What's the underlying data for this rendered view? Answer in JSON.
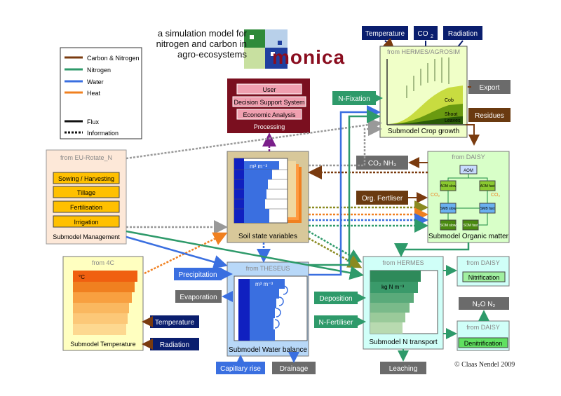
{
  "header": {
    "title": "a simulation model for nitrogen and carbon in agro-ecosystems",
    "brand": "monica"
  },
  "legend": {
    "items": [
      {
        "label": "Carbon & Nitrogen",
        "color": "#7a3b0f"
      },
      {
        "label": "Nitrogen",
        "color": "#2e9a6a"
      },
      {
        "label": "Water",
        "color": "#3a6fe0"
      },
      {
        "label": "Heat",
        "color": "#f08020"
      },
      {
        "label": "Flux",
        "style": "solid"
      },
      {
        "label": "Information",
        "style": "dotted"
      }
    ]
  },
  "inputs": {
    "temperature": "Temperature",
    "co2": "CO",
    "co2_sub": "2",
    "radiation": "Radiation"
  },
  "crop": {
    "source": "from HERMES/AGROSIM",
    "title": "Submodel Crop growth",
    "labels": [
      "Cob",
      "Shoot",
      "Leaves"
    ]
  },
  "processing": {
    "items": [
      "User",
      "Decision Support System",
      "Economic Analysis"
    ],
    "title": "Processing"
  },
  "flows": {
    "n_fixation": "N-Fixation",
    "export": "Export",
    "residues": "Residues",
    "gas": "CO₂  NH₃",
    "org_fertiliser": "Org. Fertliser",
    "precipitation": "Precipitation",
    "evaporation": "Evaporation",
    "capillary_rise": "Capillary rise",
    "drainage": "Drainage",
    "deposition": "Deposition",
    "n_fertiliser": "N-Fertiliser",
    "leaching": "Leaching",
    "n_gases": "N₂O     N₂"
  },
  "management": {
    "source": "from EU-Rotate_N",
    "items": [
      "Sowing / Harvesting",
      "Tillage",
      "Fertilisation",
      "Irrigation"
    ],
    "title": "Submodel Management"
  },
  "soil_state": {
    "unit": "m³ m⁻³",
    "title": "Soil state variables"
  },
  "organic": {
    "source": "from DAISY",
    "title": "Submodel Organic matter",
    "pools": [
      "AOM",
      "AOM slow",
      "AOM fast",
      "SMB slow",
      "SMB fast",
      "SOM slow",
      "SOM fast"
    ],
    "co2": "CO₂"
  },
  "temperature": {
    "source": "from 4C",
    "unit": "°C",
    "title": "Submodel Temperature"
  },
  "water": {
    "source": "from THESEUS",
    "unit": "m³ m⁻³",
    "title": "Submodel Water balance"
  },
  "ntransport": {
    "source": "from HERMES",
    "unit": "kg N m⁻³",
    "title": "Submodel N transport"
  },
  "nitrification": {
    "source": "from DAISY",
    "label": "Nitrification"
  },
  "denitrification": {
    "source": "from DAISY",
    "label": "Denitrification"
  },
  "footer": {
    "copyright": "© Claas Nendel 2009"
  },
  "colors": {
    "cn": "#7a3b0f",
    "n": "#2e9a6a",
    "water": "#3a6fe0",
    "heat": "#f08020",
    "navy": "#0a1e6e",
    "maroon": "#7a0f1f",
    "grey": "#6b6b6b"
  }
}
